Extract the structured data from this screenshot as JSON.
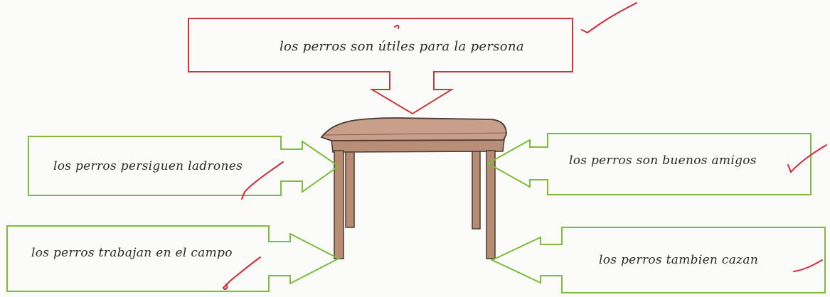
{
  "diagram": {
    "main_idea": {
      "text": "los perros son útiles para la persona",
      "color": "#c43a3a"
    },
    "supports": [
      {
        "id": "persiguen",
        "text": "los perros persiguen ladrones",
        "color": "#7cbd3a"
      },
      {
        "id": "amigos",
        "text": "los perros son buenos amigos",
        "color": "#7cbd3a"
      },
      {
        "id": "campo",
        "text": "los perros trabajan en el campo",
        "color": "#7cbd3a"
      },
      {
        "id": "cazan",
        "text": "los perros tambien cazan",
        "color": "#7cbd3a"
      }
    ],
    "table_colors": {
      "top": "#c89f8a",
      "edge": "#a8786a",
      "leg": "#b88c72",
      "outline": "#4a3a32"
    },
    "check_color": "#d2283c"
  }
}
